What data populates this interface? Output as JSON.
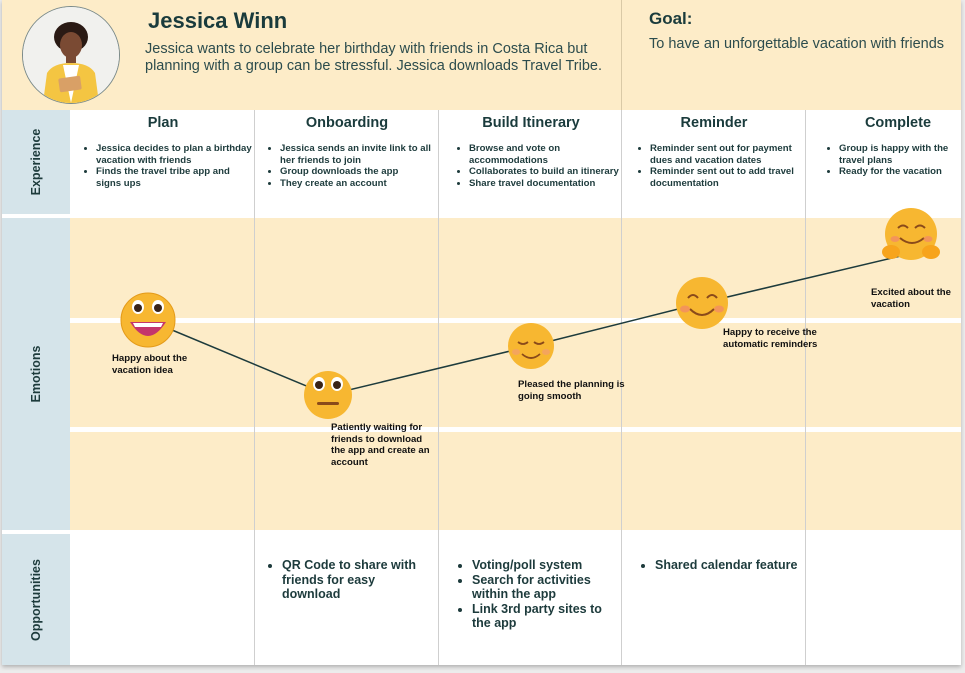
{
  "persona": {
    "name": "Jessica Winn",
    "description": "Jessica wants to celebrate her birthday with friends in Costa Rica but planning with a group can be stressful. Jessica downloads Travel Tribe."
  },
  "goal": {
    "title": "Goal:",
    "text": "To have an unforgettable vacation with friends"
  },
  "rows": {
    "experience": "Experience",
    "emotions": "Emotions",
    "opportunities": "Opportunities"
  },
  "stages": [
    {
      "title": "Plan",
      "experience": [
        "Jessica decides to plan a birthday vacation with friends",
        "Finds the travel tribe app and signs ups"
      ],
      "emotion": "Happy about the vacation idea",
      "emotion_icon": "grinning-face-icon",
      "opportunities": []
    },
    {
      "title": "Onboarding",
      "experience": [
        "Jessica sends an invite link to all her friends to join",
        "Group downloads the app",
        "They create an account"
      ],
      "emotion": "Patiently waiting for friends to download the app and create an account",
      "emotion_icon": "neutral-face-icon",
      "opportunities": [
        "QR Code to share with friends for easy download"
      ]
    },
    {
      "title": "Build Itinerary",
      "experience": [
        "Browse and vote on accommodations",
        "Collaborates to build an itinerary",
        "Share travel documentation"
      ],
      "emotion": "Pleased the planning is going smooth",
      "emotion_icon": "relieved-face-icon",
      "opportunities": [
        "Voting/poll system",
        "Search for activities within the app",
        "Link 3rd party sites to the app"
      ]
    },
    {
      "title": "Reminder",
      "experience": [
        "Reminder sent out for payment dues and vacation dates",
        "Reminder sent out to add travel documentation"
      ],
      "emotion": "Happy to receive the automatic reminders",
      "emotion_icon": "smiling-face-icon",
      "opportunities": [
        "Shared calendar feature"
      ]
    },
    {
      "title": "Complete",
      "experience": [
        "Group is happy with the travel plans",
        "Ready for the vacation"
      ],
      "emotion": "Excited about the vacation",
      "emotion_icon": "hugging-face-icon",
      "opportunities": []
    }
  ],
  "colors": {
    "header_bg": "#fdecc8",
    "side_bg": "#d5e4ea",
    "emoji_yellow": "#f7b731",
    "line": "#1d3b3c"
  }
}
